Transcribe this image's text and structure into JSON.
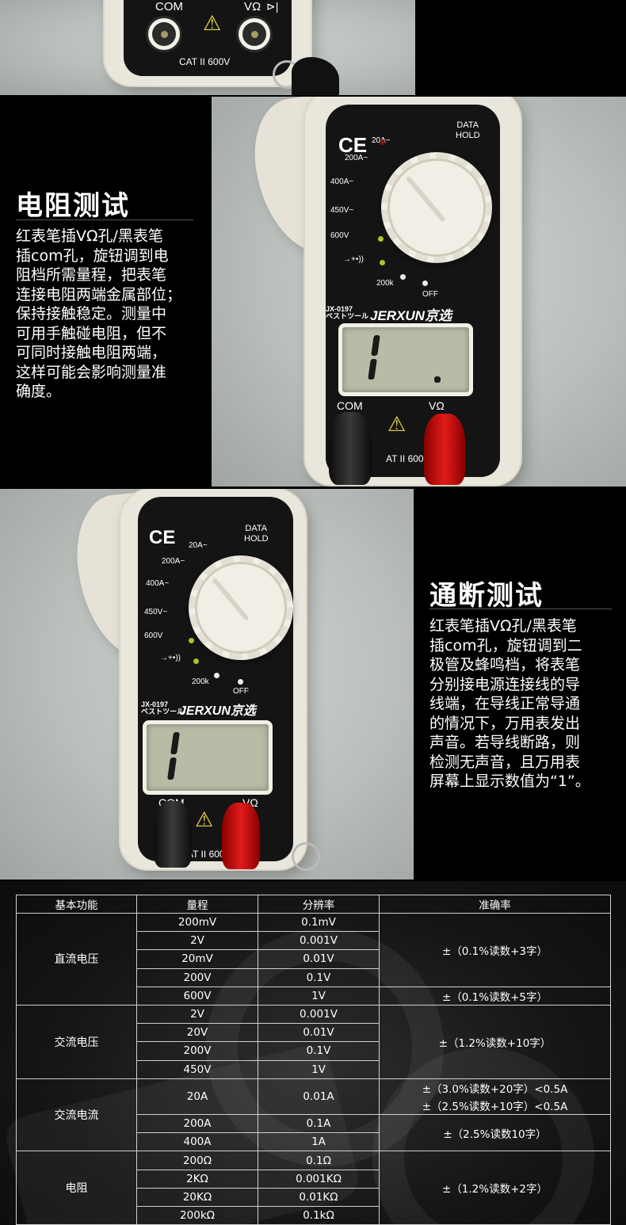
{
  "meter_labels": {
    "com": "COM",
    "v_ohm": "VΩ",
    "cat": "CAT II 600V",
    "cat_partial": "AT II 600",
    "data_hold_line1": "DATA",
    "data_hold_line2": "HOLD",
    "ce": "CE",
    "range_20a": "20A~",
    "range_200a": "200A~",
    "range_400a": "400A~",
    "range_450v": "450V~",
    "range_600v": "600V",
    "range_diode": "→+•))",
    "range_200k": "200k",
    "off": "OFF",
    "model_line1": "JX-0197",
    "model_line2": "ベストツール",
    "brand": "JERXUN京选"
  },
  "resistance": {
    "title": "电阻测试",
    "lines": [
      "红表笔插VΩ孔/黑表笔",
      "插com孔，旋钮调到电",
      "阻档所需量程，把表笔",
      "连接电阻两端金属部位；",
      "保持接触稳定。测量中",
      "可用手触碰电阻，但不",
      "可同时接触电阻两端，",
      "这样可能会影响测量准",
      "确度。"
    ]
  },
  "continuity": {
    "title": "通断测试",
    "lines": [
      "红表笔插VΩ孔/黑表笔",
      "插com孔，旋钮调到二",
      "极管及蜂鸣档，将表笔",
      "分别接电源连接线的导",
      "线端，在导线正常导通",
      "的情况下，万用表发出",
      "声音。若导线断路，则",
      "检测无声音，且万用表",
      "屏幕上显示数值为“1”。"
    ]
  },
  "table": {
    "headers": [
      "基本功能",
      "量程",
      "分辨率",
      "准确率"
    ],
    "dcv": {
      "label": "直流电压",
      "ranges": [
        "200mV",
        "2V",
        "20mV",
        "200V",
        "600V"
      ],
      "res": [
        "0.1mV",
        "0.001V",
        "0.01V",
        "0.1V",
        "1V"
      ],
      "acc1": "±（0.1%读数+3字）",
      "acc2": "±（0.1%读数+5字）"
    },
    "acv": {
      "label": "交流电压",
      "ranges": [
        "2V",
        "20V",
        "200V",
        "450V"
      ],
      "res": [
        "0.001V",
        "0.01V",
        "0.1V",
        "1V"
      ],
      "acc": "±（1.2%读数+10字）"
    },
    "aca": {
      "label": "交流电流",
      "ranges": [
        "20A",
        "200A",
        "400A"
      ],
      "res": [
        "0.01A",
        "0.1A",
        "1A"
      ],
      "acc1a": "±（3.0%读数+20字）<0.5A",
      "acc1b": "±（2.5%读数+10字）<0.5A",
      "acc2": "±（2.5%读数10字）"
    },
    "ohm": {
      "label": "电阻",
      "ranges": [
        "200Ω",
        "2KΩ",
        "20KΩ",
        "200kΩ"
      ],
      "res": [
        "0.1Ω",
        "0.001KΩ",
        "0.01KΩ",
        "0.1kΩ"
      ],
      "acc": "±（1.2%读数+2字）"
    }
  }
}
